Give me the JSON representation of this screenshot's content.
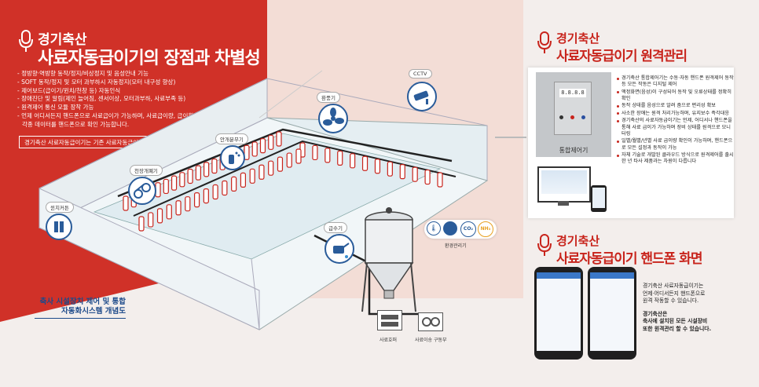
{
  "left": {
    "title_small": "경기축산",
    "title_big": "사료자동급이기의 장점과 차별성",
    "bullets": [
      "- 정방향·역방향 동작/정지/비상정지 및 음성안내 기능",
      "- SOFT 동작/정지 및 모터 과부하시 자동정지(모터 내구성 향상)",
      "- 제어보드(급이기/윈치/천창 등) 자동인식",
      "- 장애진단 및 알림(제인 늘어짐, 센서이상, 모터과부하, 사료부족 등)",
      "- 원격제어 통신 모듈 장착 가능",
      "- 언제 어디서든지 핸드폰으로 사료급이가 가능하며, 사료급이량, 급이횟수 등",
      "  각종 데이터를 핸드폰으로 확인 가능합니다."
    ],
    "box_text": "경기축산 사료자동급이기는 기존 사료자동급이기와 차원이 다릅니다.",
    "concept_line1": "축사 시설장치 제어 및 통합",
    "concept_line2": "자동화시스템 개념도"
  },
  "diagram": {
    "labels": {
      "winch": "윈치커튼",
      "skylight": "천장개폐기",
      "sprayer": "안개분무기",
      "fan": "환풍기",
      "cctv": "CCTV",
      "water": "급수기",
      "env": "환경관리기",
      "hopper": "사료호퍼",
      "drive": "사료이송 구동부"
    },
    "env_icons": [
      "CO₂",
      "NH₃"
    ]
  },
  "remote": {
    "title_small": "경기축산",
    "title_big": "사료자동급이기 원격관리",
    "controller_label": "통합제어기",
    "lcd": "8.8.8.8",
    "bullets": [
      "경기축산 통합제어기는 수동·자동 핸드폰 원격제어 동작 등 모든 작동은 디지털 제어",
      "액정화면(음성)이 구성되어 동작 및 오류상태를 정확히 확인",
      "동작 상태를 음성으로 알려 줌으로 편리성 확보",
      "사소한 장애는 원격 처리가능하며, 유지보수 즉각대응",
      "경기축산의 사료자동급이기는 언제, 어디서나 핸드폰을 통해 사료 급이가 가능하며 장비 상태를 원격으로 모니터링",
      "일별/월별/년별 사료 급이량 확인이 가능하며, 핸드폰으로 모든 설정과 동작이 가능",
      "자체 기술로 개발된 클라우드 방식으로 원격제어를 출시한 년 타사 제품과는 차원이 다릅니다"
    ]
  },
  "phone": {
    "title_small": "경기축산",
    "title_big": "사료자동급이기 핸드폰 화면",
    "text1_l1": "경기축산 사료자동급이기는",
    "text1_l2": "언제·어디서든지 핸드폰으로",
    "text1_l3": "원격 작동할 수 있습니다.",
    "text2_l1": "경기축산은",
    "text2_l2": "축사에 설치된 모든 시설장비",
    "text2_l3": "또한 원격관리 할 수 있습니다."
  },
  "colors": {
    "red": "#d03128",
    "blue": "#2a5c9a",
    "pink": "#f3ddd6"
  }
}
